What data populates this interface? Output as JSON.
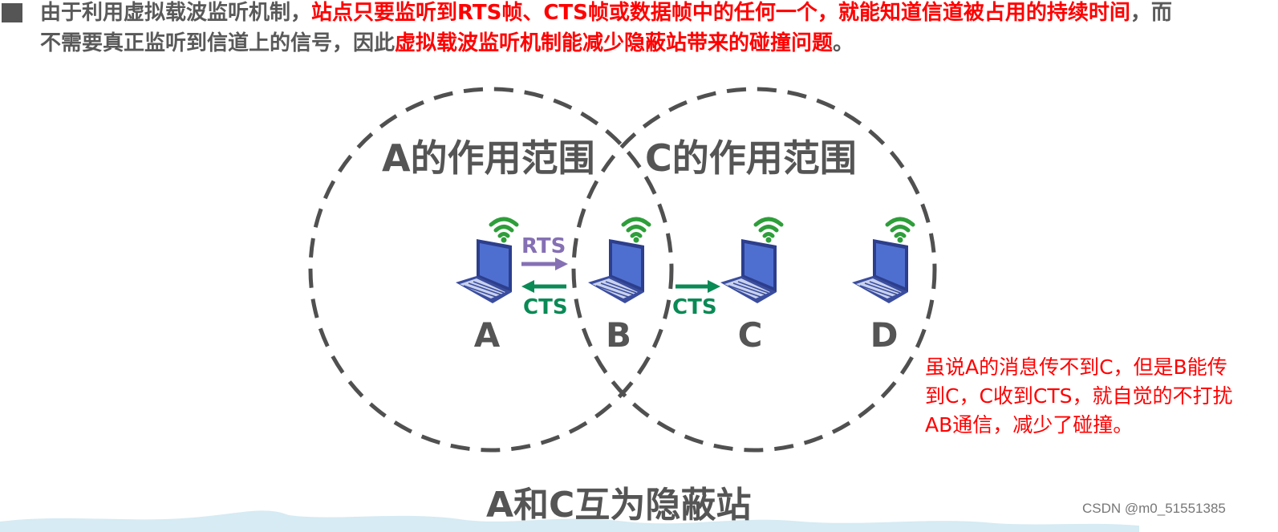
{
  "text": {
    "line1_part1": "由于利用虚拟载波监听机制，",
    "line1_part2": "站点只要监听到RTS帧、CTS帧或数据帧中的任何一个，就能知道信道被占用的持续时间",
    "line1_part3": "，而",
    "line2_part1": "不需要真正监听到信道上的信号，因此",
    "line2_part2": "虚拟载波监听机制能减少隐蔽站带来的碰撞问题",
    "line2_part3": "。"
  },
  "diagram": {
    "range_a": "A的作用范围",
    "range_c": "C的作用范围",
    "nodes": [
      "A",
      "B",
      "C",
      "D"
    ],
    "rts_label": "RTS",
    "cts_label_ab": "CTS",
    "cts_label_bc": "CTS",
    "bottom_title": "A和C互为隐蔽站"
  },
  "note": {
    "line1": "虽说A的消息传不到C，但是B能传",
    "line2": "到C，C收到CTS，就自觉的不打扰",
    "line3": "AB通信，减少了碰撞。"
  },
  "watermark": "CSDN @m0_51551385",
  "colors": {
    "gray_text": "#555555",
    "highlight_red": "#ff0000",
    "rts_purple": "#8570b4",
    "cts_green": "#0a8a55",
    "wifi_green": "#2e9e3a",
    "laptop_blue": "#3f57b0"
  },
  "icons": [
    "laptop-icon",
    "wifi-icon"
  ]
}
